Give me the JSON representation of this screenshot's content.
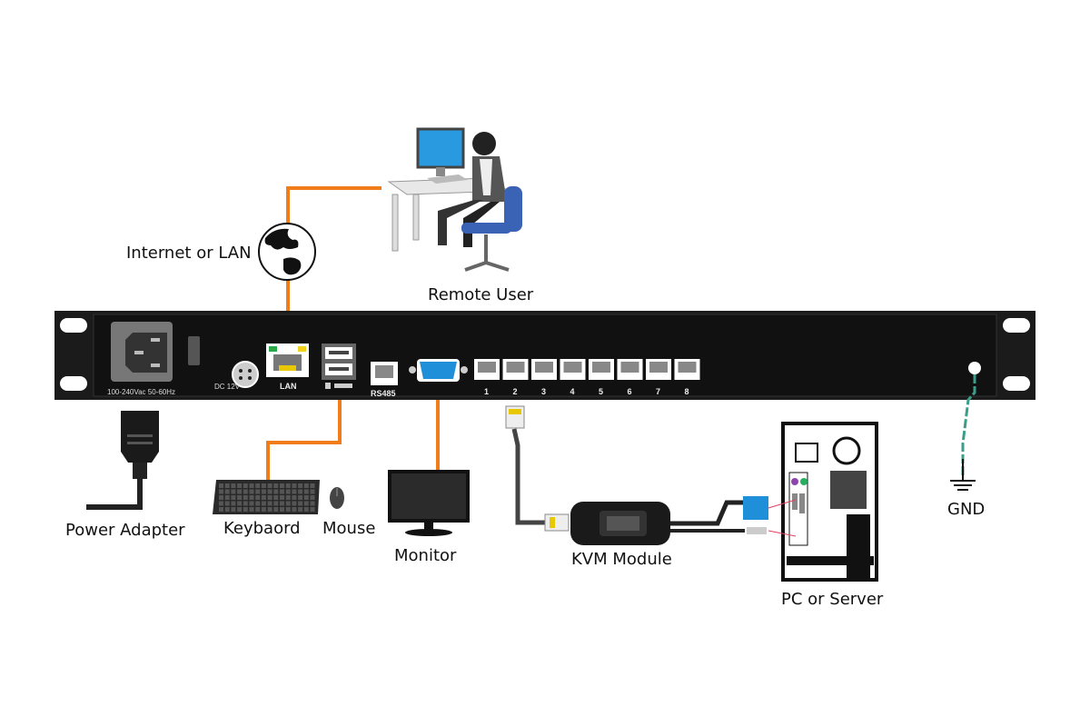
{
  "labels": {
    "internet": "Internet or LAN",
    "remote_user": "Remote User",
    "power_adapter": "Power Adapter",
    "keyboard": "Keybaord",
    "mouse": "Mouse",
    "monitor": "Monitor",
    "kvm_module": "KVM Module",
    "pc_server": "PC or Server",
    "gnd": "GND"
  },
  "panel": {
    "power_rating": "100-240Vac 50-60Hz",
    "dc": "DC 12V",
    "lan": "LAN",
    "rs485": "RS485",
    "ports": [
      "1",
      "2",
      "3",
      "4",
      "5",
      "6",
      "7",
      "8"
    ]
  },
  "colors": {
    "cable": "#f07c1a",
    "rack": "#1b1b1b",
    "vga": "#1e8fd8",
    "ground": "#3a9e8a"
  }
}
